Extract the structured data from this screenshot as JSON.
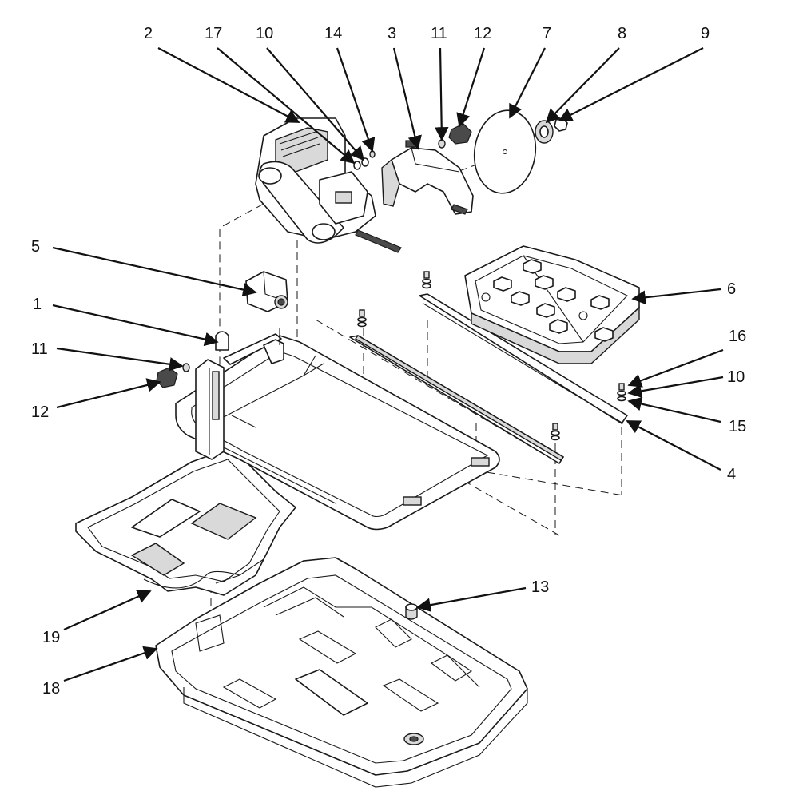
{
  "callouts": [
    {
      "id": "c2",
      "label": "2"
    },
    {
      "id": "c17",
      "label": "17"
    },
    {
      "id": "c10a",
      "label": "10"
    },
    {
      "id": "c14",
      "label": "14"
    },
    {
      "id": "c3",
      "label": "3"
    },
    {
      "id": "c11a",
      "label": "11"
    },
    {
      "id": "c12a",
      "label": "12"
    },
    {
      "id": "c7",
      "label": "7"
    },
    {
      "id": "c8",
      "label": "8"
    },
    {
      "id": "c9",
      "label": "9"
    },
    {
      "id": "c5",
      "label": "5"
    },
    {
      "id": "c6",
      "label": "6"
    },
    {
      "id": "c1",
      "label": "1"
    },
    {
      "id": "c16",
      "label": "16"
    },
    {
      "id": "c11b",
      "label": "11"
    },
    {
      "id": "c10b",
      "label": "10"
    },
    {
      "id": "c15",
      "label": "15"
    },
    {
      "id": "c12b",
      "label": "12"
    },
    {
      "id": "c4",
      "label": "4"
    },
    {
      "id": "c13",
      "label": "13"
    },
    {
      "id": "c19",
      "label": "19"
    },
    {
      "id": "c18",
      "label": "18"
    }
  ],
  "colors": {
    "line": "#1a1a1a",
    "background": "#ffffff"
  }
}
